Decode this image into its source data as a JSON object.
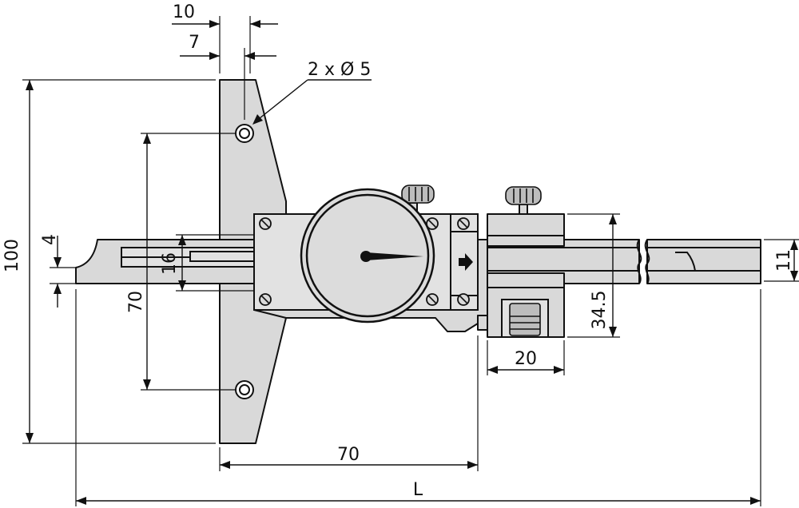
{
  "dimensions": {
    "top_width": "10",
    "hole_offset": "7",
    "holes": "2 x Ø 5",
    "total_height": "100",
    "hole_spacing": "70",
    "blade_gap": "4",
    "blade_height": "16",
    "base_length": "70",
    "overall_length": "L",
    "slider_width": "20",
    "slider_height": "34.5",
    "rule_width": "11"
  }
}
